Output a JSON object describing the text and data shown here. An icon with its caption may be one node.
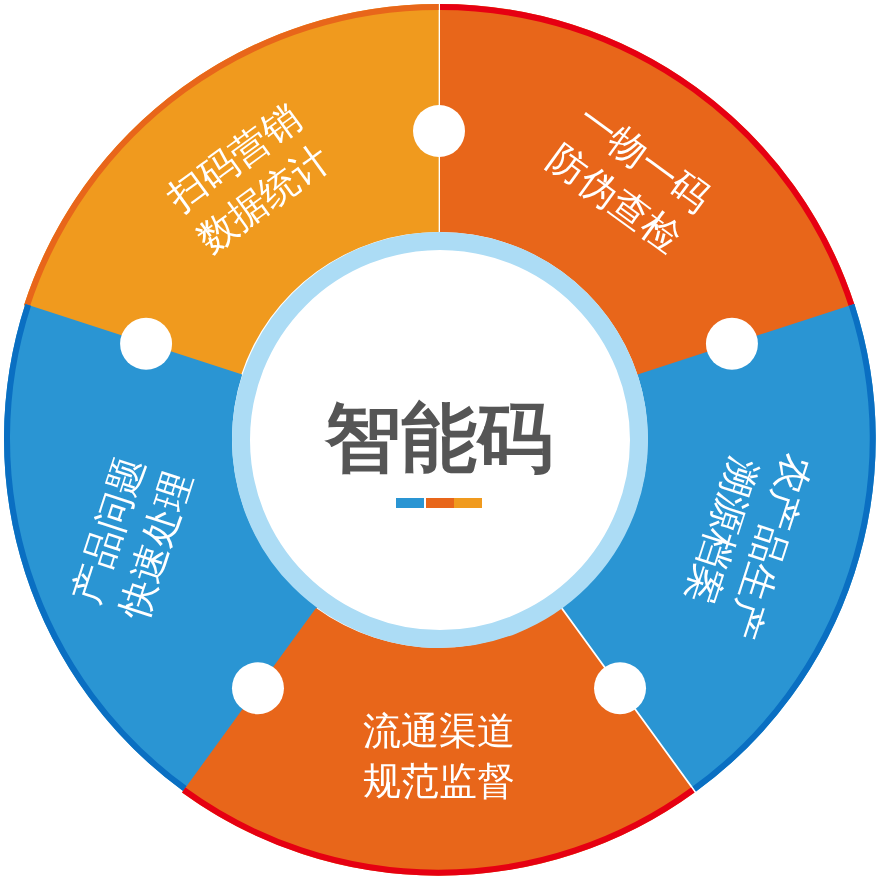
{
  "diagram": {
    "nodes": [
      {
        "text": [
          "扫码营销数据统计"
        ]
      },
      {
        "text": [
          "一物一码防伪查检"
        ]
      },
      {
        "text": [
          "智能码"
        ]
      },
      {
        "text": [
          "产品问题快速处理"
        ]
      },
      {
        "text": [
          "农产品生产溯源档案"
        ]
      },
      {
        "text": [
          "流通渠道规范监督"
        ]
      }
    ]
  }
}
